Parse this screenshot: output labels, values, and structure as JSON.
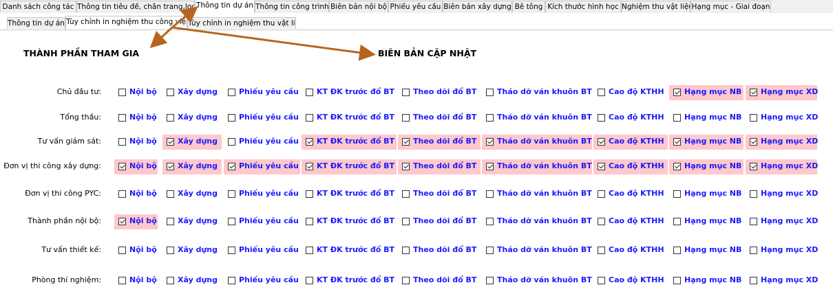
{
  "top_tabs": [
    {
      "label": "Danh sách công tác",
      "active": false
    },
    {
      "label": "Thông tin tiêu đề, chân trang,logo",
      "active": false
    },
    {
      "label": "Thông tin dự án",
      "active": true
    },
    {
      "label": "Thông tin công trình",
      "active": false
    },
    {
      "label": "Biên bản nội bộ",
      "active": false
    },
    {
      "label": "Phiếu yêu cầu",
      "active": false
    },
    {
      "label": "Biên bản xây dựng",
      "active": false
    },
    {
      "label": "Bê tông",
      "active": false
    },
    {
      "label": "Kích thước hình học",
      "active": false
    },
    {
      "label": "Nghiệm thu vật liệu",
      "active": false
    },
    {
      "label": "Hạng mục - Giai đoạn",
      "active": false
    }
  ],
  "sub_tabs": [
    {
      "label": "Thông tin dự án",
      "active": false
    },
    {
      "label": "Tùy chỉnh in nghiệm thu công việc",
      "active": true
    },
    {
      "label": "Tùy chỉnh in nghiệm thu vật liệu",
      "active": false
    }
  ],
  "section_participants": "THÀNH PHẦN THAM GIA",
  "section_update": "BIÊN BẢN CẬP NHẬT",
  "column_labels": [
    "Nội bộ",
    "Xây dựng",
    "Phiếu yêu cầu",
    "KT ĐK trước đổ BT",
    "Theo dõi đổ BT",
    "Tháo dỡ ván khuôn BT",
    "Cao độ KTHH",
    "Hạng mục NB",
    "Hạng mục XD"
  ],
  "rows": [
    {
      "label": "Chủ đầu tư:",
      "checked": [
        false,
        false,
        false,
        false,
        false,
        false,
        false,
        true,
        true
      ]
    },
    {
      "label": "Tổng thầu:",
      "checked": [
        false,
        false,
        false,
        false,
        false,
        false,
        false,
        false,
        false
      ]
    },
    {
      "label": "Tư vấn giám sát:",
      "checked": [
        false,
        true,
        false,
        true,
        true,
        true,
        true,
        true,
        true
      ]
    },
    {
      "label": "Đơn vị thi công xây dựng:",
      "checked": [
        true,
        true,
        true,
        true,
        true,
        true,
        true,
        true,
        true
      ]
    },
    {
      "label": "Đơn vị thi công PYC:",
      "checked": [
        false,
        false,
        false,
        false,
        false,
        false,
        false,
        false,
        false
      ]
    },
    {
      "label": "Thành phần nội bộ:",
      "checked": [
        true,
        false,
        false,
        false,
        false,
        false,
        false,
        false,
        false
      ]
    },
    {
      "label": "Tư vấn thiết kế:",
      "checked": [
        false,
        false,
        false,
        false,
        false,
        false,
        false,
        false,
        false
      ]
    },
    {
      "label": "Phòng thí nghiệm:",
      "checked": [
        false,
        false,
        false,
        false,
        false,
        false,
        false,
        false,
        false
      ]
    }
  ],
  "colors": {
    "highlight": "#ffc8cc",
    "label_blue": "#1a1aff",
    "arrow": "#b5651d"
  }
}
